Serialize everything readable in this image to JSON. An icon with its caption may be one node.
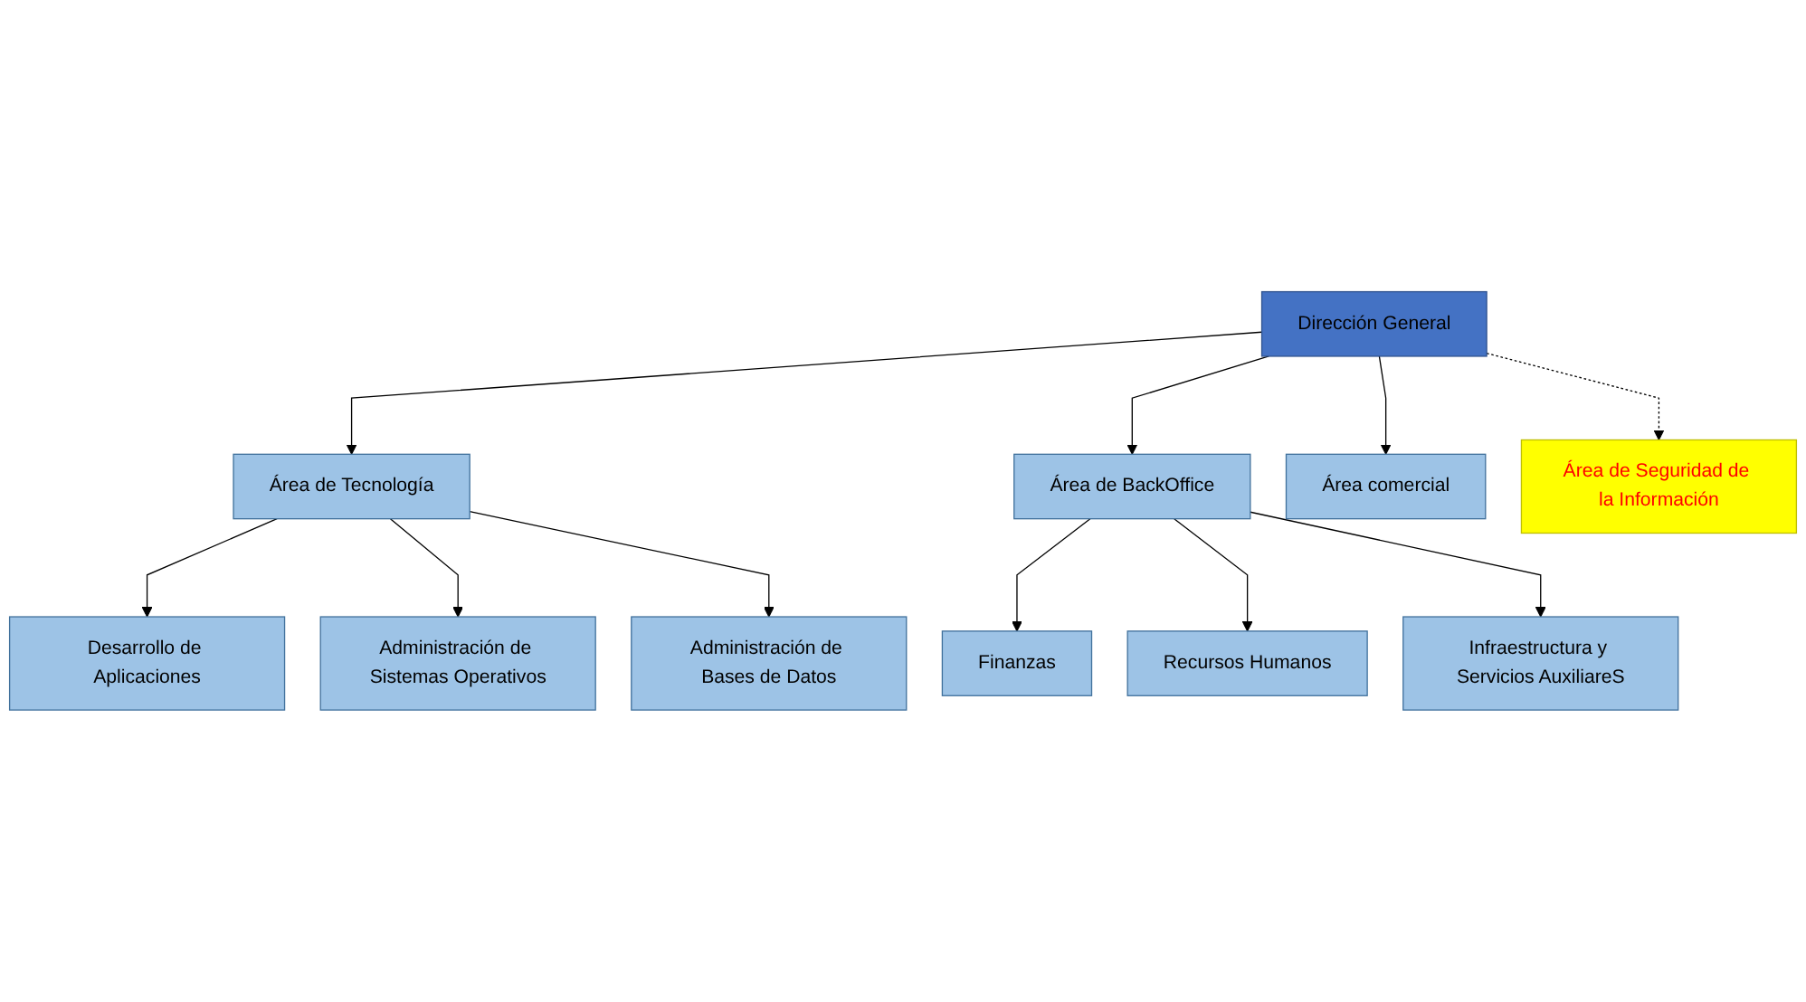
{
  "diagram": {
    "nodes": [
      {
        "text": [
          "Dirección General"
        ]
      },
      {
        "text": [
          "Área de Tecnología"
        ]
      },
      {
        "text": [
          "Área de BackOffice"
        ]
      },
      {
        "text": [
          "Área comercial"
        ]
      },
      {
        "text": [
          "Área de Seguridad de la Información"
        ]
      },
      {
        "text": [
          "Desarrollo de Aplicaciones"
        ]
      },
      {
        "text": [
          "Administración de Sistemas Operativos"
        ]
      },
      {
        "text": [
          "Administración de Bases de Datos"
        ]
      },
      {
        "text": [
          "Finanzas"
        ]
      },
      {
        "text": [
          "Recursos Humanos"
        ]
      },
      {
        "text": [
          "Infraestructura y Servicios AuxiliareS"
        ]
      }
    ],
    "edges": [
      {
        "from": 0,
        "to": 1,
        "arrow": "to"
      },
      {
        "from": 0,
        "to": 2,
        "arrow": "to"
      },
      {
        "from": 0,
        "to": 3,
        "arrow": "to"
      },
      {
        "from": 0,
        "to": 4,
        "arrow": "to",
        "style": "dashed"
      },
      {
        "from": 1,
        "to": 5,
        "arrow": "to"
      },
      {
        "from": 1,
        "to": 6,
        "arrow": "to"
      },
      {
        "from": 1,
        "to": 7,
        "arrow": "to"
      },
      {
        "from": 2,
        "to": 8,
        "arrow": "to"
      },
      {
        "from": 2,
        "to": 9,
        "arrow": "to"
      },
      {
        "from": 2,
        "to": 10,
        "arrow": "to"
      }
    ]
  }
}
